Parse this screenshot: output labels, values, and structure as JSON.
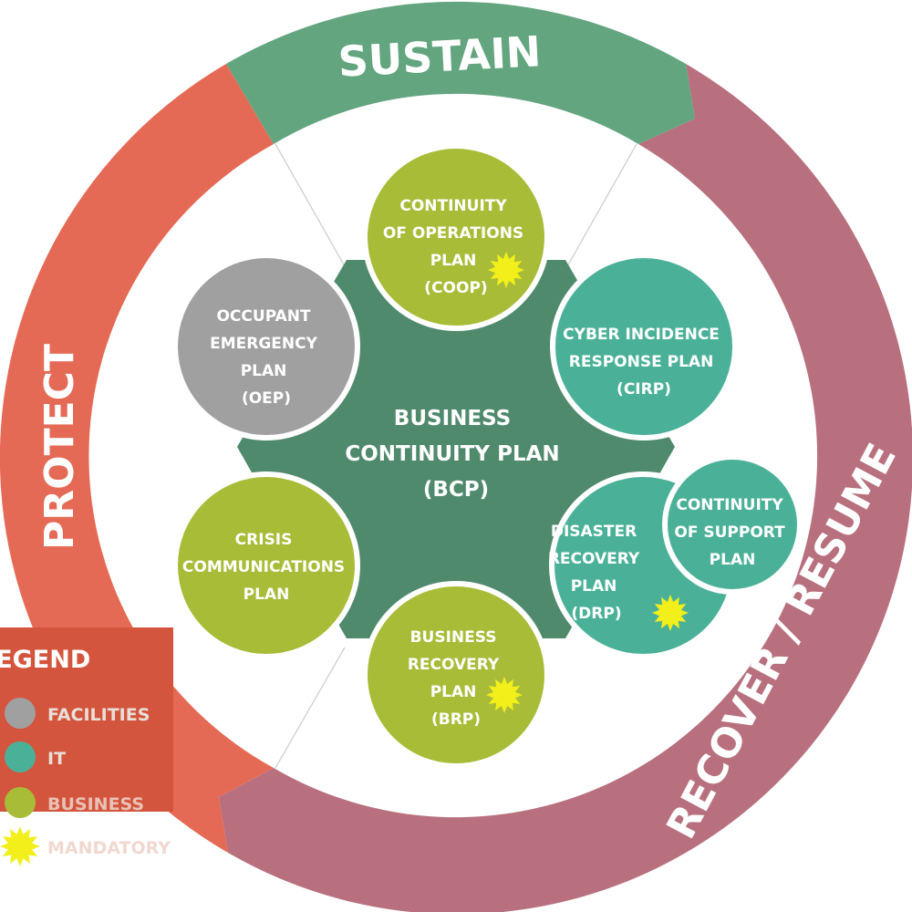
{
  "ring": {
    "sustain": "SUSTAIN",
    "protect": "PROTECT",
    "recover": "RECOVER / RESUME"
  },
  "center": {
    "line1": "BUSINESS",
    "line2": "CONTINUITY PLAN",
    "line3": "(BCP)"
  },
  "plans": {
    "coop": [
      "CONTINUITY",
      "OF OPERATIONS",
      "PLAN",
      "(COOP)"
    ],
    "cirp": [
      "CYBER INCIDENCE",
      "RESPONSE PLAN",
      "(CIRP)"
    ],
    "cosp": [
      "CONTINUITY",
      "OF SUPPORT",
      "PLAN"
    ],
    "drp": [
      "DISASTER",
      "RECOVERY",
      "PLAN",
      "(DRP)"
    ],
    "brp": [
      "BUSINESS",
      "RECOVERY",
      "PLAN",
      "(BRP)"
    ],
    "ccp": [
      "CRISIS",
      "COMMUNICATIONS",
      "PLAN"
    ],
    "oep": [
      "OCCUPANT",
      "EMERGENCY",
      "PLAN",
      "(OEP)"
    ]
  },
  "legend": {
    "title": "LEGEND",
    "items": [
      "FACILITIES",
      "IT",
      "BUSINESS",
      "MANDATORY"
    ]
  },
  "colors": {
    "sustain": "#62a57f",
    "protect": "#e56a55",
    "recover": "#b8707e",
    "legend_box": "#d4553d",
    "center": "#508a6d",
    "lime": "#a8bc38",
    "teal": "#4ab198",
    "grey": "#a0a0a0",
    "star": "#f2ef1b"
  }
}
